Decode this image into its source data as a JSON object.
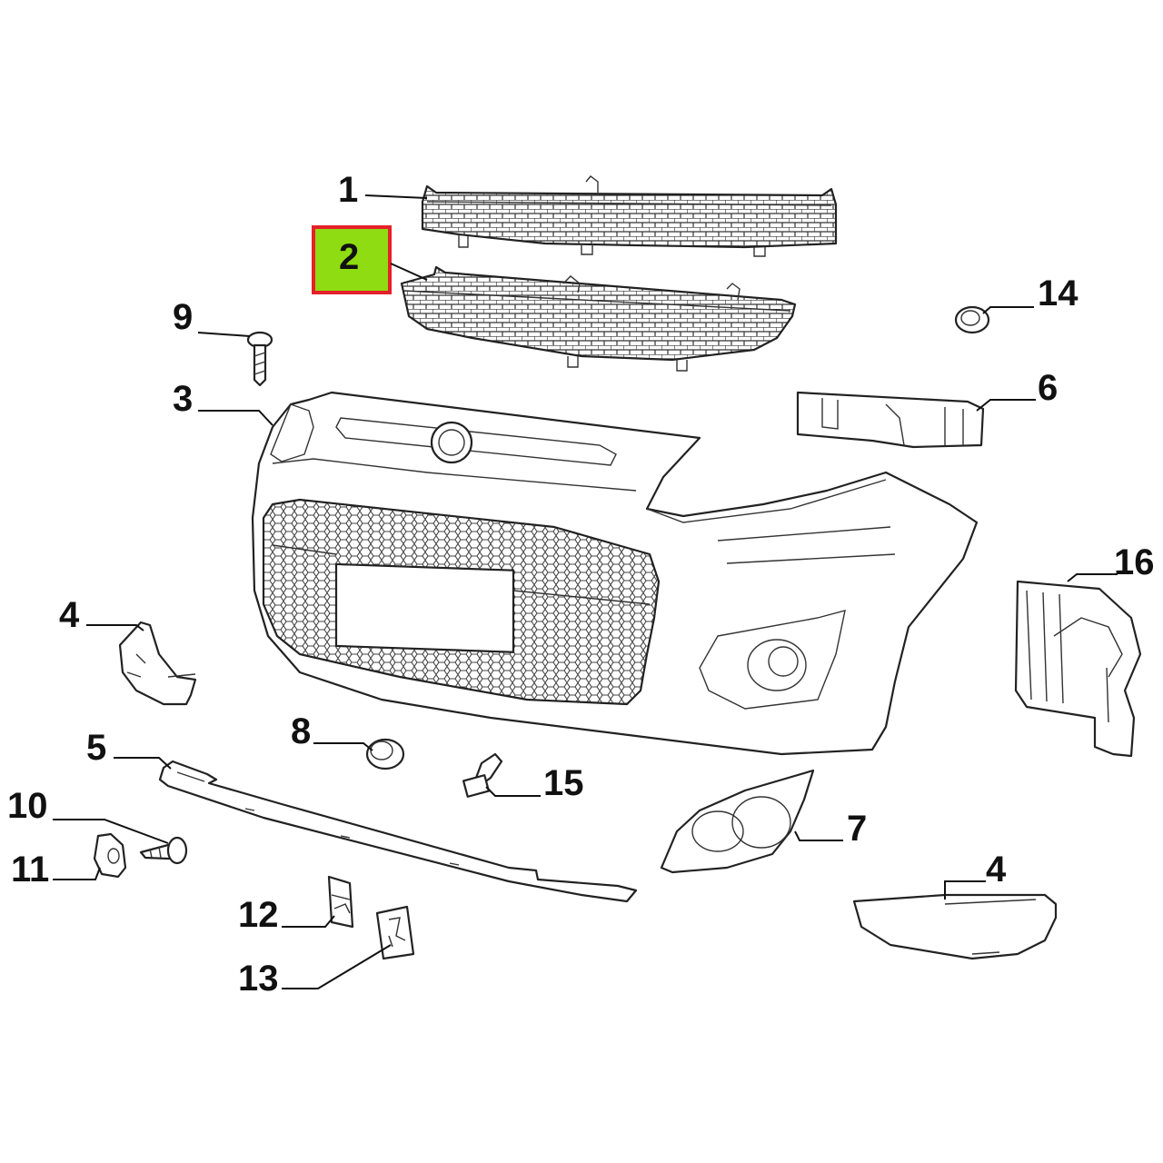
{
  "diagram": {
    "highlight": {
      "fill": "#8fdc12",
      "border": "#e5202a"
    },
    "labels": {
      "p1": "1",
      "p2": "2",
      "p3": "3",
      "p4a": "4",
      "p4b": "4",
      "p5": "5",
      "p6": "6",
      "p7": "7",
      "p8": "8",
      "p9": "9",
      "p10": "10",
      "p11": "11",
      "p12": "12",
      "p13": "13",
      "p14": "14",
      "p15": "15",
      "p16": "16"
    }
  }
}
